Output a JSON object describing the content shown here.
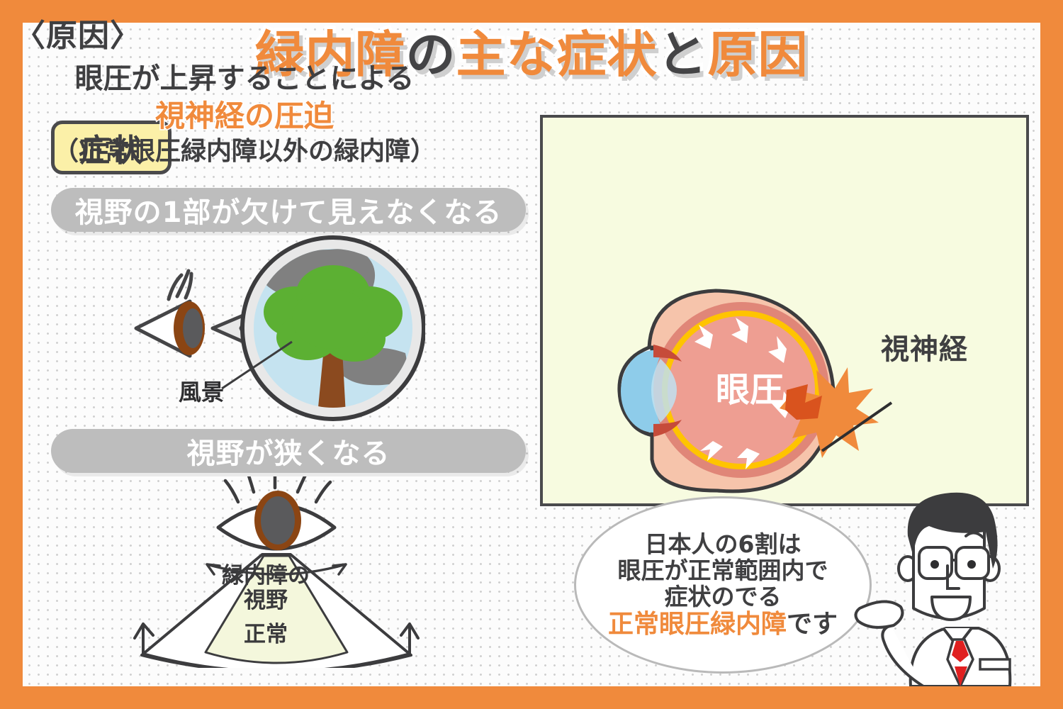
{
  "title": {
    "full": "緑内障の主な症状と原因",
    "segments": [
      {
        "text": "緑内障",
        "color": "orange"
      },
      {
        "text": "の",
        "color": "gray"
      },
      {
        "text": "主な症状",
        "color": "orange"
      },
      {
        "text": "と",
        "color": "gray"
      },
      {
        "text": "原因",
        "color": "orange"
      }
    ]
  },
  "colors": {
    "frame_orange": "#F08A3C",
    "accent_orange": "#F08A3C",
    "dark_gray": "#3F3F41",
    "pill_gray": "#BDBDBD",
    "badge_yellow": "#FBF0A8",
    "panel_ivory": "#F7FBE0",
    "sky_blue": "#C5E3F0",
    "leaf_green": "#5CB033",
    "trunk_brown": "#8B4A1F",
    "blindspot_gray": "#808080",
    "iris_brown": "#8B4513",
    "sclera_salmon": "#F6C4AB",
    "vitreous_pink": "#EE9E92",
    "retina_yellow": "#FFC400",
    "tie_red": "#E02020"
  },
  "symptoms": {
    "badge_label": "症状",
    "item1_label": "視野の1部が欠けて見えなくなる",
    "item2_label": "視野が狭くなる",
    "scene_label": "風景",
    "field_glaucoma_label": "緑内障の\n視野",
    "field_glaucoma_line1": "緑内障の",
    "field_glaucoma_line2": "視野",
    "field_normal_label": "正常"
  },
  "cause": {
    "heading": "〈原因〉",
    "line1": "眼圧が上昇することによる",
    "line2": "視神経の圧迫",
    "line3": "（正常眼圧緑内障以外の緑内障）",
    "eye_pressure_label": "眼圧",
    "optic_nerve_label": "視神経"
  },
  "bubble": {
    "line1": "日本人の6割は",
    "line2": "眼圧が正常範囲内で",
    "line3": "症状のでる",
    "line4_orange": "正常眼圧緑内障",
    "line4_rest": "です"
  },
  "icons": {
    "eye_side": "eye-side-icon",
    "eye_front": "eye-front-icon",
    "tree": "tree-icon",
    "eye_anatomy": "eye-anatomy-icon",
    "starburst": "starburst-icon",
    "doctor": "doctor-avatar-icon"
  }
}
